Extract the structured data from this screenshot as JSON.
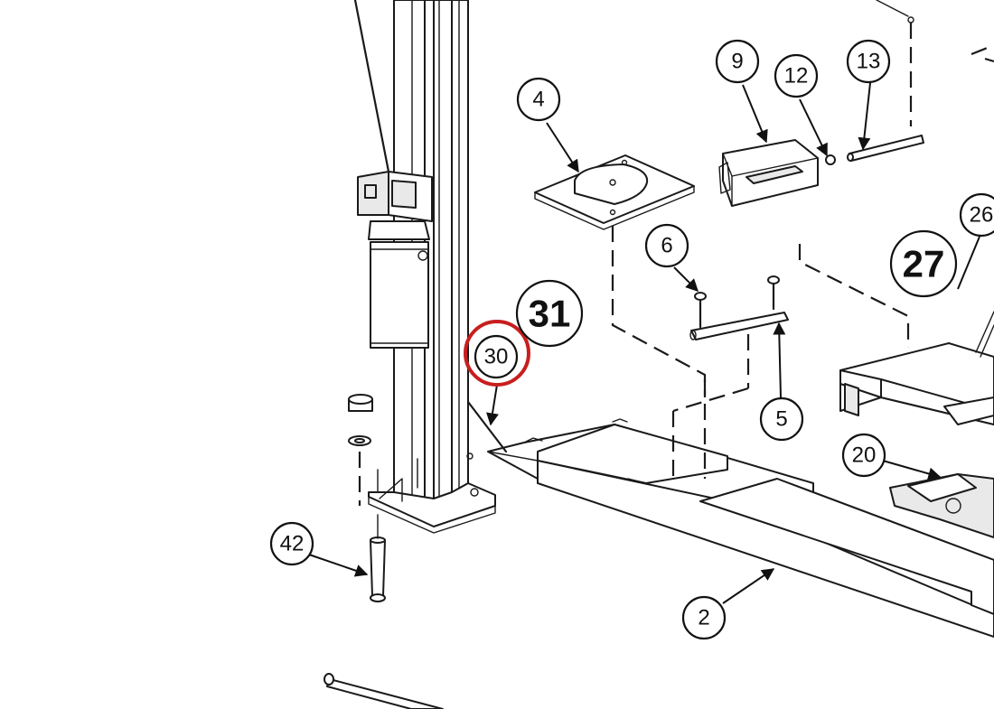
{
  "highlight_color": "#c81e1e",
  "callouts": [
    {
      "id": "c4",
      "label": "4"
    },
    {
      "id": "c9",
      "label": "9"
    },
    {
      "id": "c12",
      "label": "12"
    },
    {
      "id": "c13",
      "label": "13"
    },
    {
      "id": "c6",
      "label": "6"
    },
    {
      "id": "c26",
      "label": "26"
    },
    {
      "id": "c5",
      "label": "5"
    },
    {
      "id": "c30",
      "label": "30",
      "highlighted": true
    },
    {
      "id": "c20",
      "label": "20"
    },
    {
      "id": "c42",
      "label": "42"
    },
    {
      "id": "c2",
      "label": "2"
    }
  ],
  "big_labels": [
    {
      "id": "b31",
      "label": "31"
    },
    {
      "id": "b27",
      "label": "27"
    }
  ]
}
